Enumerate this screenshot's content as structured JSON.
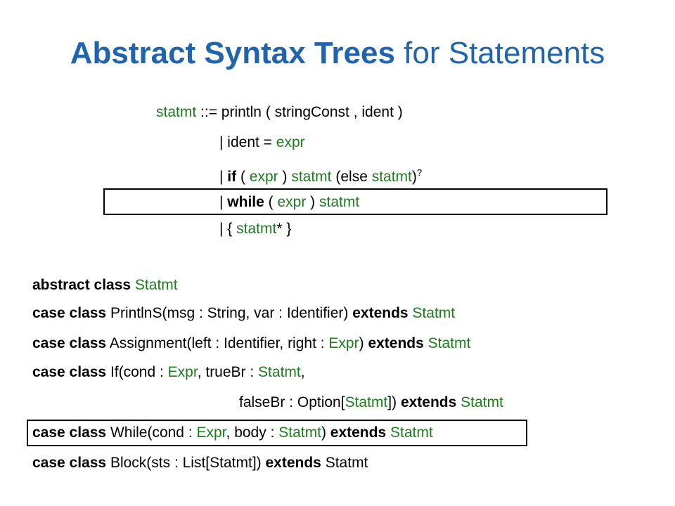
{
  "title": {
    "bold": "Abstract Syntax Trees",
    "rest": " for Statements"
  },
  "grammar": {
    "l1": {
      "lhs": "statmt",
      "rhs": " ::= println ( stringConst , ident )"
    },
    "l2": {
      "bar": "| ident = ",
      "expr": "expr"
    },
    "l3": {
      "bar": "| ",
      "kw": "if",
      "open": " ( ",
      "expr": "expr",
      "close": " ) ",
      "statmt": "statmt",
      "elseOpen": " (else ",
      "statmt2": "statmt",
      "closeParen": ")",
      "opt": "?"
    },
    "l4": {
      "bar": "| ",
      "kw": "while",
      "open": " ( ",
      "expr": "expr",
      "close": " ) ",
      "statmt": "statmt"
    },
    "l5": {
      "bar": "| { ",
      "statmt": "statmt",
      "rest": "* }"
    }
  },
  "code": {
    "c1": {
      "kw": "abstract class",
      "name": " Statmt"
    },
    "c2": {
      "kw": "case class",
      "sig": " PrintlnS(msg : String, var : Identifier) ",
      "ext": "extends",
      "base": " Statmt"
    },
    "c3": {
      "kw": "case class",
      "sig1": " Assignment(left : Identifier, right : ",
      "t1": "Expr",
      "sig2": ") ",
      "ext": "extends",
      "base": " Statmt"
    },
    "c4": {
      "kw": "case class",
      "sig1": " If(cond : ",
      "t1": "Expr",
      "sig2": ", trueBr : ",
      "t2": "Statmt",
      "sig3": ","
    },
    "c5": {
      "sig1": "falseBr : Option[",
      "t1": "Statmt",
      "sig2": "]) ",
      "ext": "extends",
      "base": " Statmt"
    },
    "c6": {
      "kw": "case class",
      "sig1": " While(cond : ",
      "t1": "Expr",
      "sig2": ", body : ",
      "t2": "Statmt",
      "sig3": ") ",
      "ext": "extends",
      "base": " Statmt"
    },
    "c7": {
      "kw": "case class",
      "sig": " Block(sts : List[Statmt]) ",
      "ext": "extends",
      "base": " Statmt"
    }
  },
  "colors": {
    "title": "#1f64ad",
    "type": "#1c7d1c",
    "text": "#000000"
  }
}
